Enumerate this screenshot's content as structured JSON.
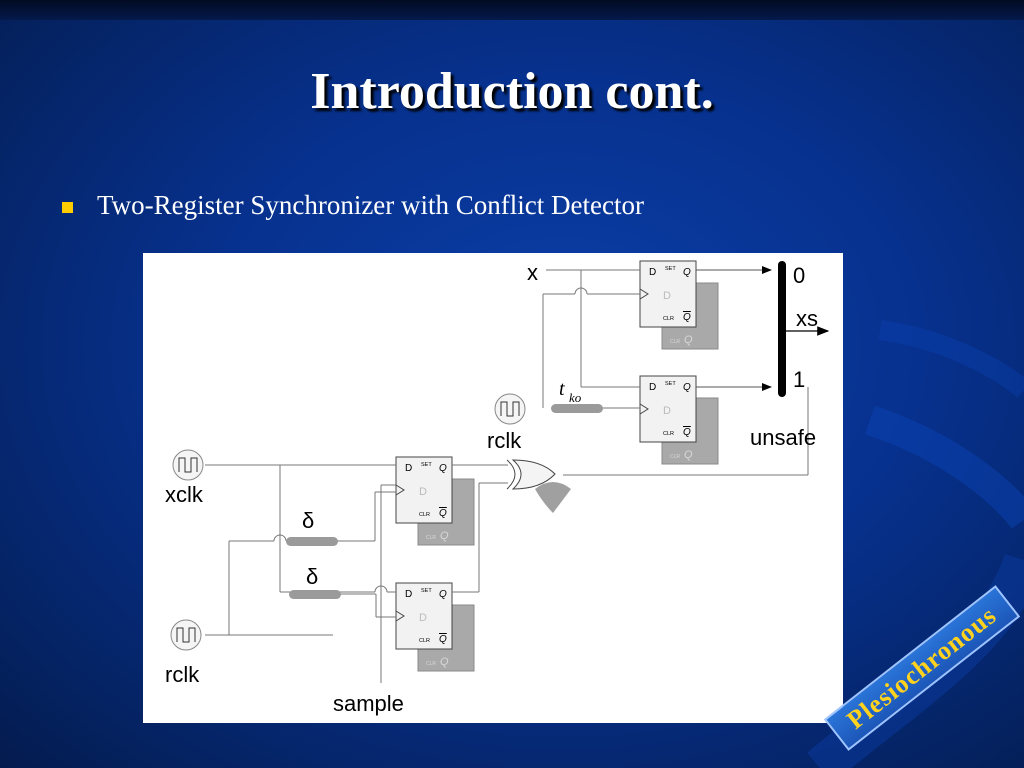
{
  "slide": {
    "title": "Introduction cont.",
    "bullets": [
      {
        "text": "Two-Register Synchronizer with Conflict Detector"
      }
    ],
    "stamp": "Plesiochronous"
  },
  "diagram": {
    "labels": {
      "x": "x",
      "mux0": "0",
      "xs": "xs",
      "mux1": "1",
      "unsafe": "unsafe",
      "tko_t": "t",
      "tko_sub": "ko",
      "rclk_top": "rclk",
      "xclk": "xclk",
      "delta1": "δ",
      "delta2": "δ",
      "rclk_bottom": "rclk",
      "sample": "sample"
    },
    "flipflop": {
      "d": "D",
      "set": "SET",
      "q": "Q",
      "clr": "CLR",
      "qbar": "Q"
    }
  },
  "colors": {
    "background": "#07318e",
    "title": "#ffffff",
    "bullet": "#ffcc00",
    "stamp_text": "#ffd21e",
    "stamp_bg": "#1f5fc4"
  }
}
